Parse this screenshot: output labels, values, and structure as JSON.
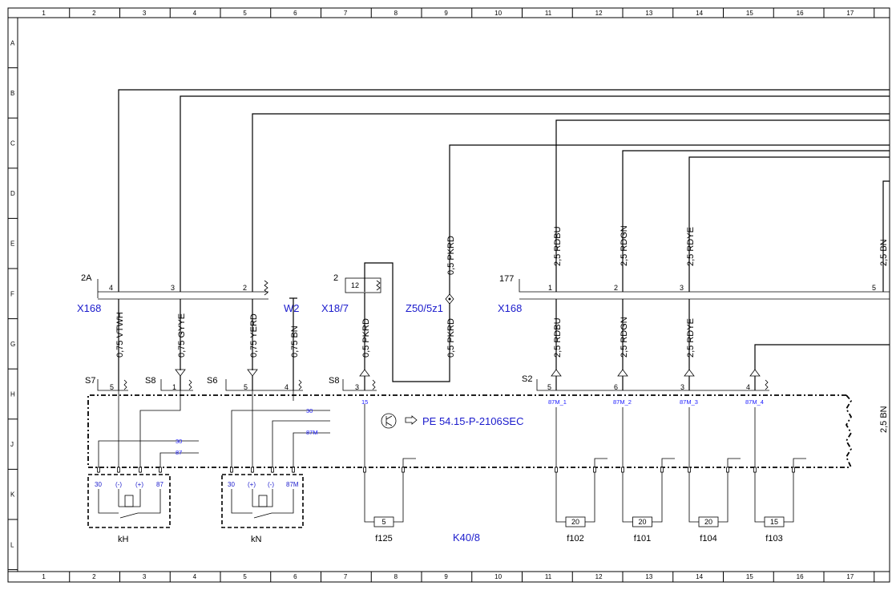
{
  "grid": {
    "columns": [
      "1",
      "2",
      "3",
      "4",
      "5",
      "6",
      "7",
      "8",
      "9",
      "10",
      "11",
      "12",
      "13",
      "14",
      "15",
      "16",
      "17"
    ],
    "rows": [
      "A",
      "B",
      "C",
      "D",
      "E",
      "F",
      "G",
      "H",
      "J",
      "K",
      "L"
    ]
  },
  "connectors": {
    "x168_left": {
      "code": "X168",
      "pin_group": "2A",
      "pins": [
        "4",
        "3",
        "2"
      ]
    },
    "w2": {
      "code": "W2"
    },
    "x18_7": {
      "code": "X18/7",
      "pin_group": "2",
      "pins": [
        "12"
      ]
    },
    "z50": {
      "code": "Z50/5z1"
    },
    "x168_right": {
      "code": "X168",
      "pin_group": "177",
      "pins": [
        "1",
        "2",
        "3",
        "5"
      ]
    }
  },
  "wires": {
    "vtwh": "0,75 VTWH",
    "gyye": "0,75 GYYE",
    "yerd": "0,75 YERD",
    "bn075": "0,75 BN",
    "pkrd_g": "0,5 PKRD",
    "pkrd_e": "0,5 PKRD",
    "pkrd_z": "0,5 PKRD",
    "rdbu_e": "2,5 RDBU",
    "rdgn_e": "2,5 RDGN",
    "rdye_e": "2,5 RDYE",
    "bn_e": "2,5 BN",
    "rdbu_g": "2,5 RDBU",
    "rdgn_g": "2,5 RDGN",
    "rdye_g": "2,5 RDYE",
    "bn_h": "2,5 BN"
  },
  "sockets": {
    "s7": {
      "label": "S7",
      "pin": "5"
    },
    "s8a": {
      "label": "S8",
      "pin": "1"
    },
    "s6": {
      "label": "S6",
      "pins": [
        "5",
        "4"
      ]
    },
    "s8b": {
      "label": "S8",
      "pin": "3",
      "terminal": "15"
    },
    "s2": {
      "label": "S2",
      "pins": [
        "5",
        "6",
        "3",
        "4"
      ],
      "terminals": [
        "87M_1",
        "87M_2",
        "87M_3",
        "87M_4"
      ]
    }
  },
  "module": {
    "code": "K40/8",
    "reference": "PE 54.15-P-2106SEC",
    "internal_labels": [
      "30",
      "30",
      "87",
      "87M"
    ]
  },
  "relays": {
    "kh": {
      "label": "kH",
      "pins": [
        "30",
        "(-)",
        "(+)",
        "87"
      ]
    },
    "kn": {
      "label": "kN",
      "pins": [
        "30",
        "(+)",
        "(-)",
        "87M"
      ]
    }
  },
  "fuses": [
    {
      "code": "f125",
      "rating": "5"
    },
    {
      "code": "f102",
      "rating": "20"
    },
    {
      "code": "f101",
      "rating": "20"
    },
    {
      "code": "f104",
      "rating": "20"
    },
    {
      "code": "f103",
      "rating": "15"
    }
  ]
}
